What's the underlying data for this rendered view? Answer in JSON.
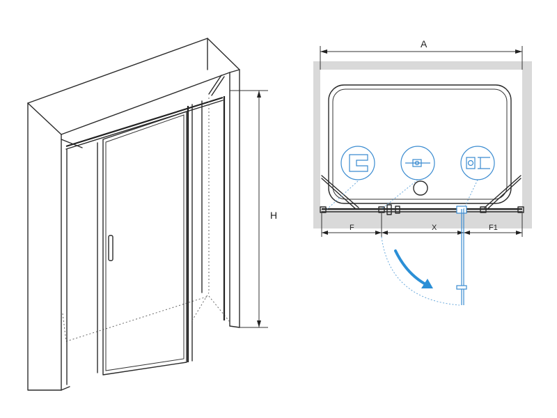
{
  "labels": {
    "height": "H",
    "width": "A",
    "fixed_left": "F",
    "door_opening": "X",
    "fixed_right": "F1"
  },
  "colors": {
    "line": "#2a2a2a",
    "accent": "#3a8bd0",
    "wall_fill": "#d9d9d9"
  },
  "icons": {
    "arrow": "curved-arrow-opening",
    "detail_1": "wall-profile-detail",
    "detail_2": "hinge-connector-detail",
    "detail_3": "door-hinge-detail"
  }
}
